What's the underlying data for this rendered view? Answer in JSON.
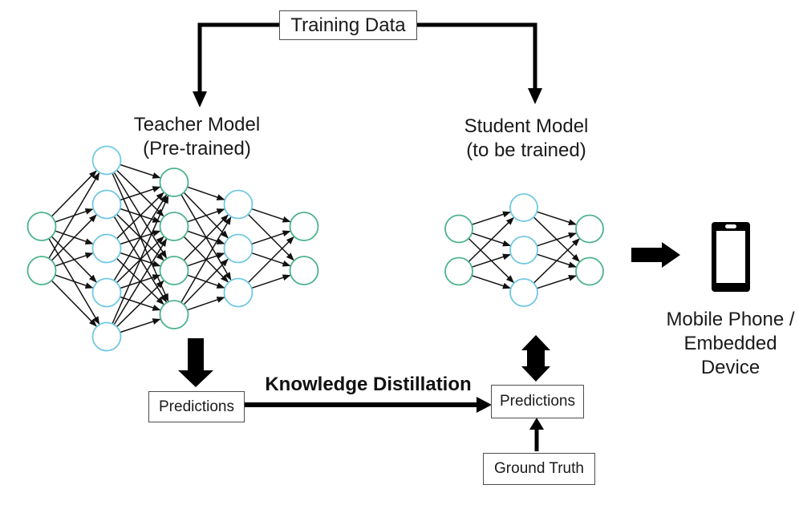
{
  "nodes": {
    "training_data": "Training Data",
    "teacher_title": "Teacher Model",
    "teacher_subtitle": "(Pre-trained)",
    "student_title": "Student Model",
    "student_subtitle": "(to be trained)",
    "teacher_predictions": "Predictions",
    "student_predictions": "Predictions",
    "ground_truth": "Ground Truth",
    "kd_label": "Knowledge Distillation",
    "device_label": "Mobile Phone /\nEmbedded\nDevice"
  },
  "networks": {
    "teacher": {
      "layers": [
        {
          "count": 2,
          "color": "#4cb38a"
        },
        {
          "count": 5,
          "color": "#70c8e2"
        },
        {
          "count": 4,
          "color": "#4cb38a"
        },
        {
          "count": 3,
          "color": "#70c8e2"
        },
        {
          "count": 2,
          "color": "#4cb38a"
        }
      ]
    },
    "student": {
      "layers": [
        {
          "count": 2,
          "color": "#4cb38a"
        },
        {
          "count": 3,
          "color": "#70c8e2"
        },
        {
          "count": 2,
          "color": "#4cb38a"
        }
      ]
    }
  },
  "colors": {
    "edge": "#111111",
    "arrow": "#000000",
    "box_border": "#4d4d4d",
    "node_green": "#4cb38a",
    "node_cyan": "#70c8e2"
  }
}
